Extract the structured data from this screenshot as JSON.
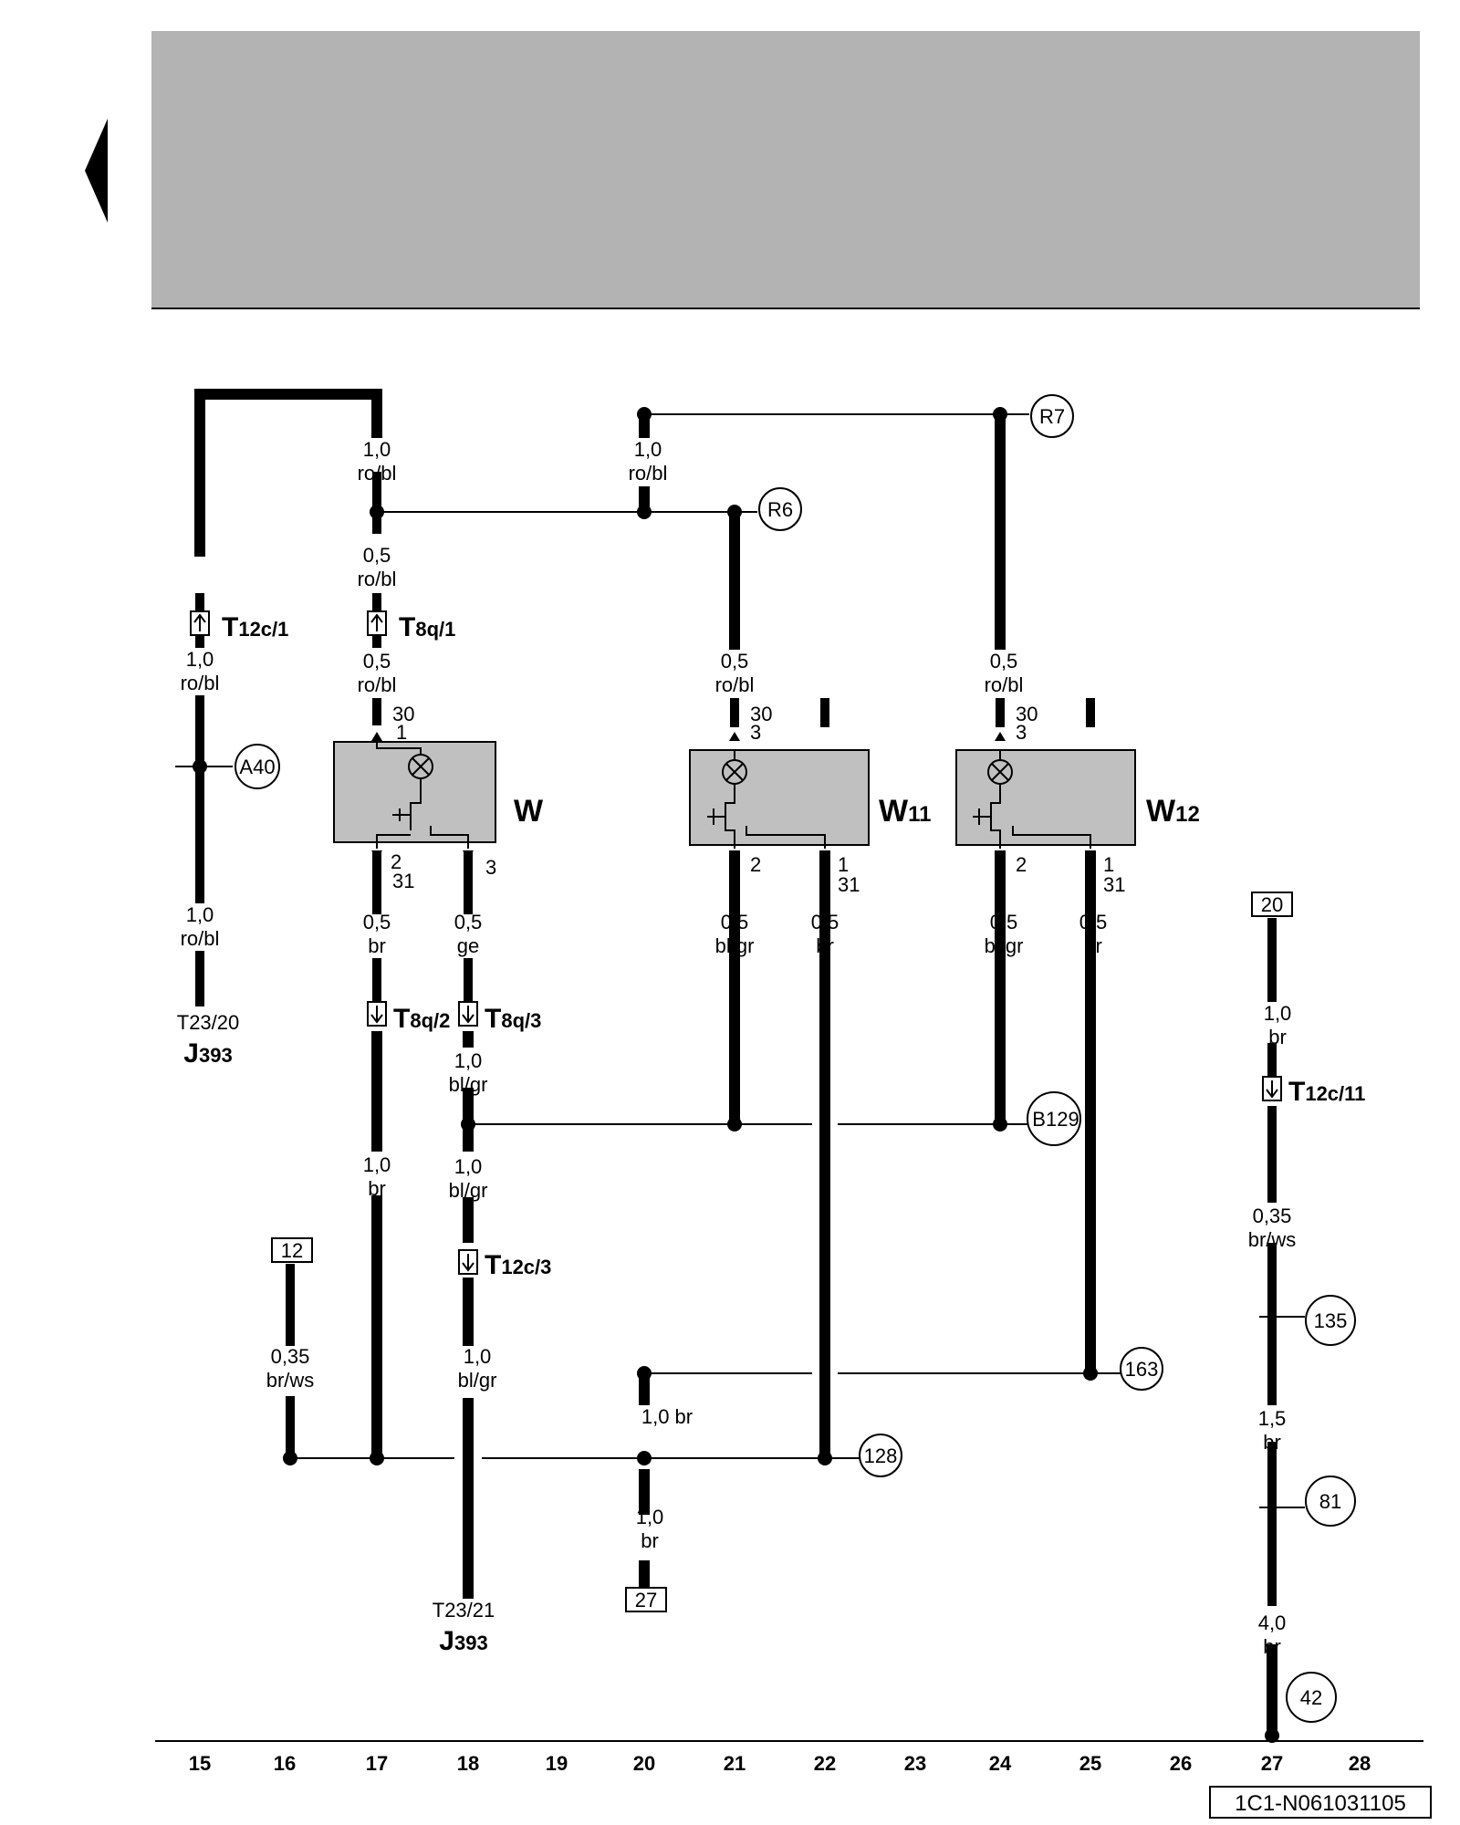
{
  "wire_labels": {
    "w1": [
      "1,0",
      "ro/bl"
    ],
    "w2": [
      "1,0",
      "ro/bl"
    ],
    "w3": [
      "0,5",
      "ro/bl"
    ],
    "w4": [
      "1,0",
      "ro/bl"
    ],
    "w5": [
      "0,5",
      "ro/bl"
    ],
    "w6": [
      "0,5",
      "ro/bl"
    ],
    "w7": [
      "0,5",
      "ro/bl"
    ],
    "w8": [
      "1,0",
      "ro/bl"
    ],
    "w9": [
      "0,5",
      "br"
    ],
    "w10": [
      "0,5",
      "ge"
    ],
    "w11": [
      "0,5",
      "bl/gr"
    ],
    "w12": [
      "0,5",
      "br"
    ],
    "w13": [
      "0,5",
      "bl/gr"
    ],
    "w14": [
      "0,5",
      "br"
    ],
    "w15": [
      "1,0",
      "bl/gr"
    ],
    "w16": [
      "1,0",
      "br"
    ],
    "w17": [
      "1,0",
      "bl/gr"
    ],
    "w18": [
      "0,35",
      "br/ws"
    ],
    "w19": [
      "1,0",
      "bl/gr"
    ],
    "w20": [
      "1,0",
      "br"
    ],
    "w21": [
      "1,0",
      "br"
    ],
    "w22": [
      "0,35",
      "br/ws"
    ],
    "w23": [
      "1,5",
      "br"
    ],
    "w24": [
      "4,0",
      "br"
    ],
    "w25": [
      "1,0 br"
    ]
  },
  "connectors": {
    "t12c1": {
      "main": "T",
      "sub": "12c/1"
    },
    "t8q1": {
      "main": "T",
      "sub": "8q/1"
    },
    "t8q2": {
      "main": "T",
      "sub": "8q/2"
    },
    "t8q3": {
      "main": "T",
      "sub": "8q/3"
    },
    "t12c3": {
      "main": "T",
      "sub": "12c/3"
    },
    "t12c11": {
      "main": "T",
      "sub": "12c/11"
    }
  },
  "components": {
    "w": {
      "main": "W",
      "sub": "",
      "pins_top": [
        "30",
        "1"
      ],
      "pins_bot_left": [
        "2",
        "31"
      ],
      "pin_bot_right": "3"
    },
    "w11": {
      "main": "W",
      "sub": "11",
      "pins_top": [
        "30",
        "3"
      ],
      "pin_bot_left": "2",
      "pins_bot_right": [
        "1",
        "31"
      ]
    },
    "w12": {
      "main": "W",
      "sub": "12",
      "pins_top": [
        "30",
        "3"
      ],
      "pin_bot_left": "2",
      "pins_bot_right": [
        "1",
        "31"
      ]
    }
  },
  "ecu_terminals": {
    "left": {
      "pin": "T23/20",
      "name": "J",
      "sub": "393"
    },
    "bottom": {
      "pin": "T23/21",
      "name": "J",
      "sub": "393"
    }
  },
  "references": {
    "r7": "R7",
    "r6": "R6",
    "a40": "A40",
    "b129": "B129",
    "c163": "163",
    "c128": "128",
    "c135": "135",
    "c81": "81",
    "c42": "42"
  },
  "boxes": {
    "b20": "20",
    "b12": "12",
    "b27": "27"
  },
  "columns": [
    "15",
    "16",
    "17",
    "18",
    "19",
    "20",
    "21",
    "22",
    "23",
    "24",
    "25",
    "26",
    "27",
    "28"
  ],
  "doc_id": "1C1-N061031105",
  "colors": {
    "header": "#b3b3b3",
    "component": "#c0c0c0",
    "ink": "#000000"
  }
}
